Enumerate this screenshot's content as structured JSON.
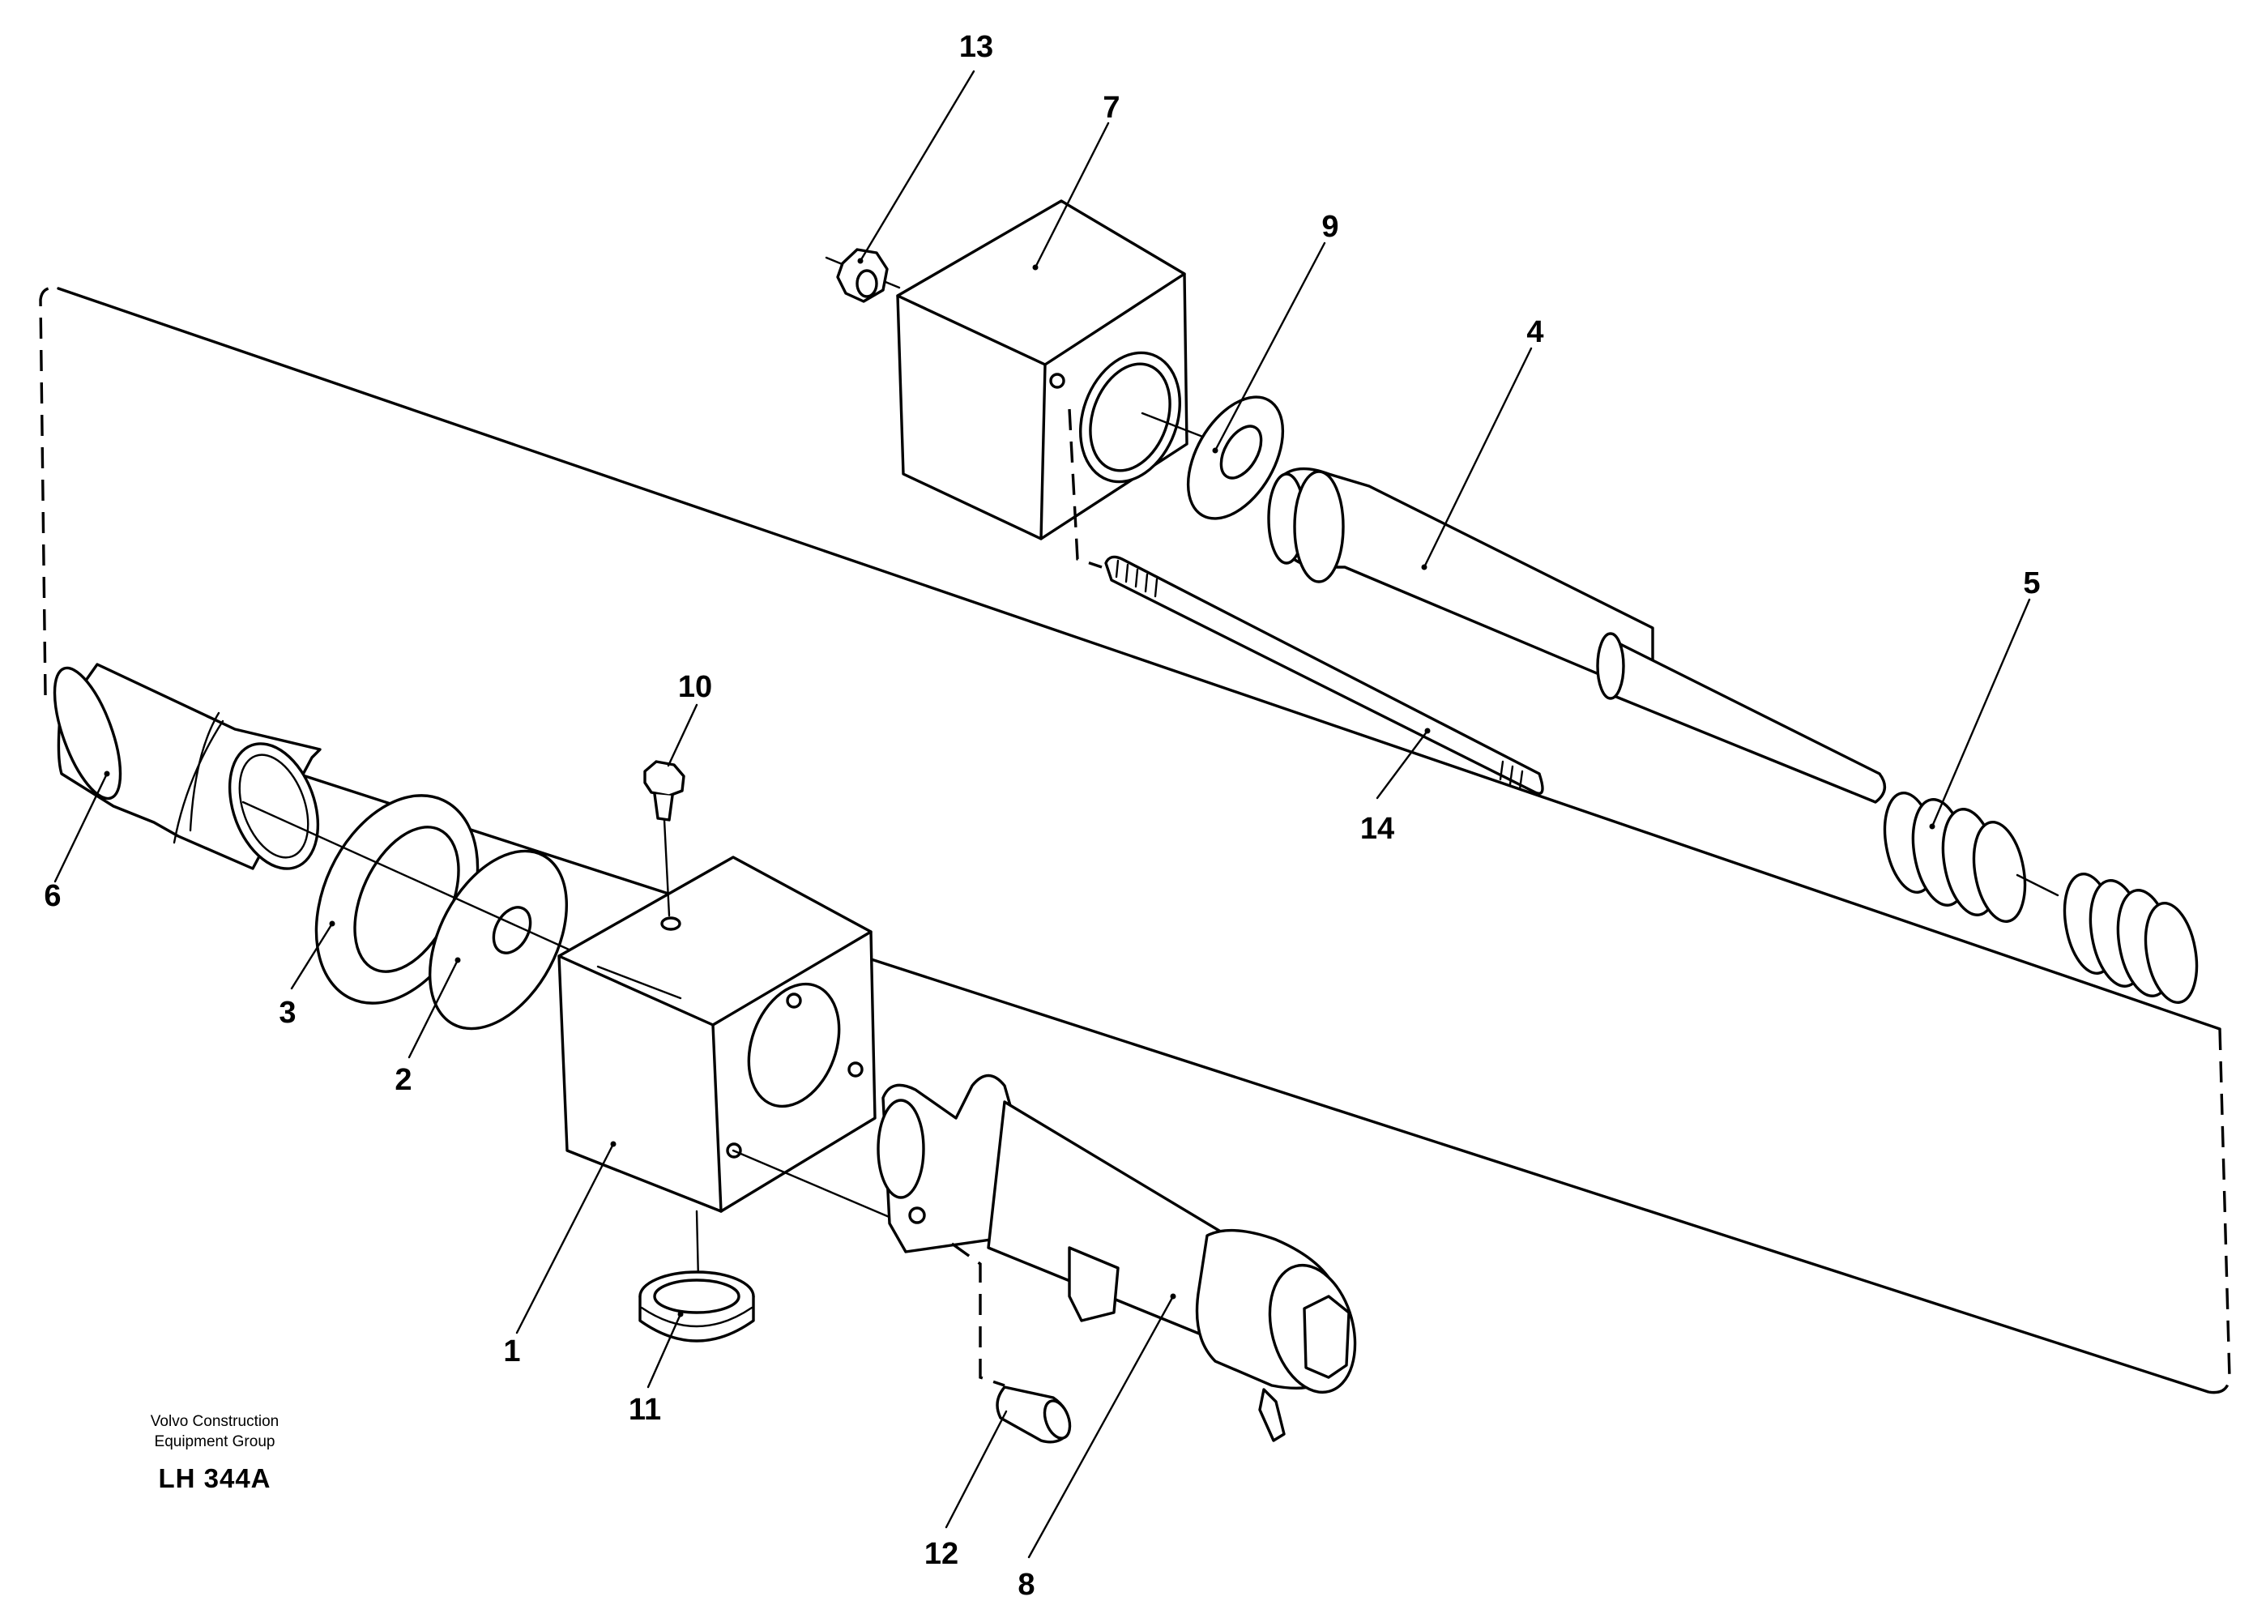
{
  "callouts": {
    "c1": "1",
    "c2": "2",
    "c3": "3",
    "c4": "4",
    "c5": "5",
    "c6": "6",
    "c7": "7",
    "c8": "8",
    "c9": "9",
    "c10": "10",
    "c11": "11",
    "c12": "12",
    "c13": "13",
    "c14": "14"
  },
  "caption": {
    "org_line1": "Volvo Construction",
    "org_line2": "Equipment Group",
    "code": "LH 344A"
  }
}
